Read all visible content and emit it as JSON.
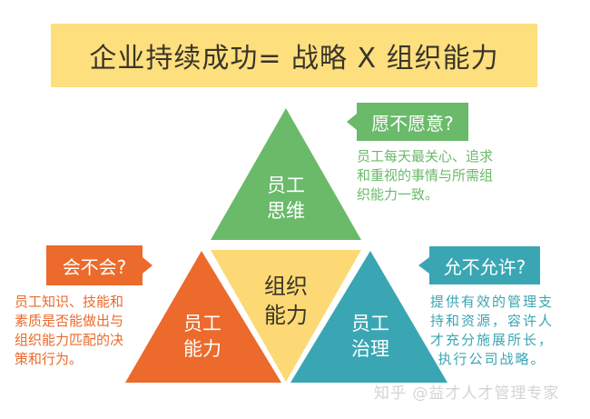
{
  "title": "企业持续成功= 战略 X 组织能力",
  "colors": {
    "banner": "#fddf7e",
    "green": "#6aba6a",
    "orange": "#ec6a2b",
    "yellow": "#fcd975",
    "teal": "#3aa6b3",
    "dark_text": "#3a3528"
  },
  "triangles": {
    "top": {
      "line1": "员工",
      "line2": "思维"
    },
    "left": {
      "line1": "员工",
      "line2": "能力"
    },
    "center": {
      "line1": "组织",
      "line2": "能力"
    },
    "right": {
      "line1": "员工",
      "line2": "治理"
    }
  },
  "callouts": {
    "top": {
      "question": "愿不愿意?",
      "lines": [
        "员工每天最关心、追求",
        "和重视的事情与所需组",
        "织能力一致。"
      ]
    },
    "left": {
      "question": "会不会?",
      "lines": [
        "员工知识、技能和",
        "素质是否能做出与",
        "组织能力匹配的决",
        "策和行为。"
      ]
    },
    "right": {
      "question": "允不允许?",
      "lines": [
        "提供有效的管理支",
        "持和资源，容许人",
        "才充分施展所长，",
        "执行公司战略。"
      ]
    }
  },
  "watermark": "知乎 @益才人才管理专家"
}
